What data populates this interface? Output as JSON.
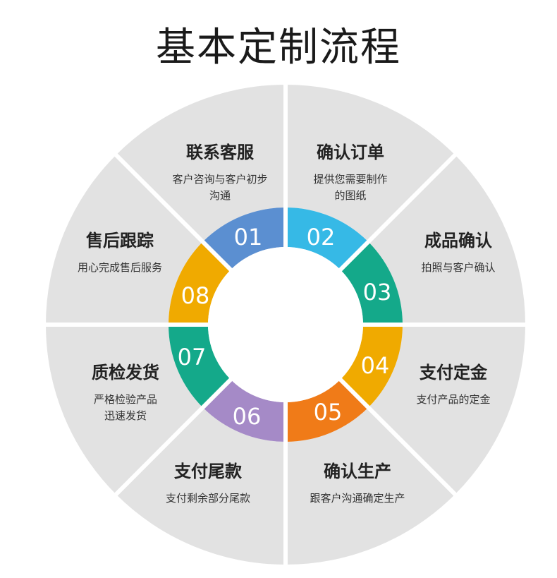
{
  "title": "基本定制流程",
  "outer_color": "#e2e2e2",
  "steps": [
    {
      "num": "01",
      "title": "联系客服",
      "desc": [
        "客户咨询与客户初步",
        "沟通"
      ],
      "color": "#5b8fd1"
    },
    {
      "num": "02",
      "title": "确认订单",
      "desc": [
        "提供您需要制作",
        "的图纸"
      ],
      "color": "#36b9e6"
    },
    {
      "num": "03",
      "title": "成品确认",
      "desc": [
        "拍照与客户确认"
      ],
      "color": "#14a98a"
    },
    {
      "num": "04",
      "title": "支付定金",
      "desc": [
        "支付产品的定金"
      ],
      "color": "#f0aa00"
    },
    {
      "num": "05",
      "title": "确认生产",
      "desc": [
        "跟客户沟通确定生产"
      ],
      "color": "#f07b18"
    },
    {
      "num": "06",
      "title": "支付尾款",
      "desc": [
        "支付剩余部分尾款"
      ],
      "color": "#a58ac7"
    },
    {
      "num": "07",
      "title": "质检发货",
      "desc": [
        "严格检验产品",
        "迅速发货"
      ],
      "color": "#14a98a"
    },
    {
      "num": "08",
      "title": "售后跟踪",
      "desc": [
        "用心完成售后服务"
      ],
      "color": "#f0aa00"
    }
  ]
}
